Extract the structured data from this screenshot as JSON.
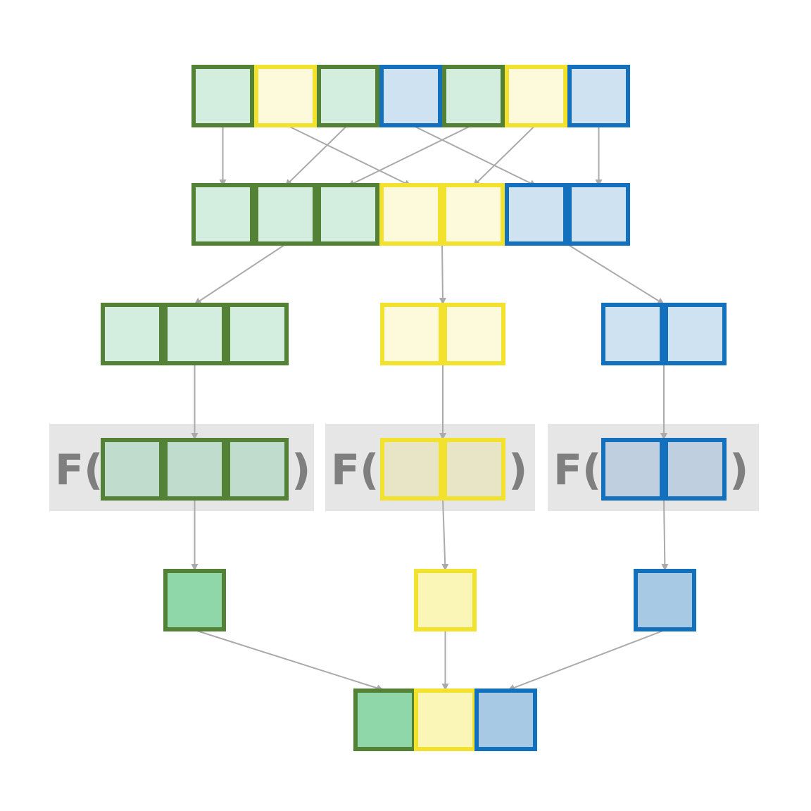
{
  "palette": {
    "green": {
      "stroke": "#538135",
      "fill_light": "#d3eedf",
      "fill_mapped": "#c0dccc",
      "fill_result": "#8fd6a8"
    },
    "yellow": {
      "stroke": "#f2e22e",
      "fill_light": "#fdfadb",
      "fill_mapped": "#e8e5c7",
      "fill_result": "#f9f6b8"
    },
    "blue": {
      "stroke": "#1270bd",
      "fill_light": "#cfe2f2",
      "fill_mapped": "#bfcfdf",
      "fill_result": "#a8c9e4"
    },
    "arrow": "#aaaaaa",
    "function_box_background": "#e6e6e6",
    "function_text": "#7f7f7f"
  },
  "diagram": {
    "input_sequence": [
      "green",
      "yellow",
      "green",
      "blue",
      "green",
      "yellow",
      "blue"
    ],
    "sorted_sequence": [
      "green",
      "green",
      "green",
      "yellow",
      "yellow",
      "blue",
      "blue"
    ],
    "groups": [
      {
        "key": "green",
        "count": 3
      },
      {
        "key": "yellow",
        "count": 2
      },
      {
        "key": "blue",
        "count": 2
      }
    ],
    "function_label": {
      "open": "F(",
      "close": ")"
    },
    "output_sequence": [
      "green",
      "yellow",
      "blue"
    ]
  }
}
